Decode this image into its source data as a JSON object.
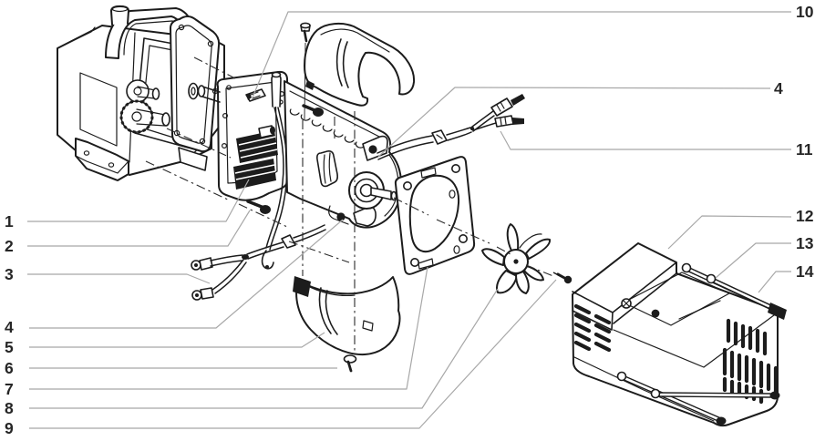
{
  "figure": {
    "type": "exploded-parts-diagram",
    "description": "Motor assembly exploded view line drawing",
    "background": "#ffffff"
  },
  "colors": {
    "line": "#1c1c1c",
    "leader": "#a8a8a8",
    "label": "#262626"
  },
  "callouts": {
    "left": [
      {
        "label": "1"
      },
      {
        "label": "2"
      },
      {
        "label": "3"
      },
      {
        "label": "4"
      },
      {
        "label": "5"
      },
      {
        "label": "6"
      },
      {
        "label": "7"
      },
      {
        "label": "8"
      },
      {
        "label": "9"
      }
    ],
    "right": [
      {
        "label": "10"
      },
      {
        "label": "4"
      },
      {
        "label": "11"
      },
      {
        "label": "12"
      },
      {
        "label": "13"
      },
      {
        "label": "14"
      }
    ]
  }
}
